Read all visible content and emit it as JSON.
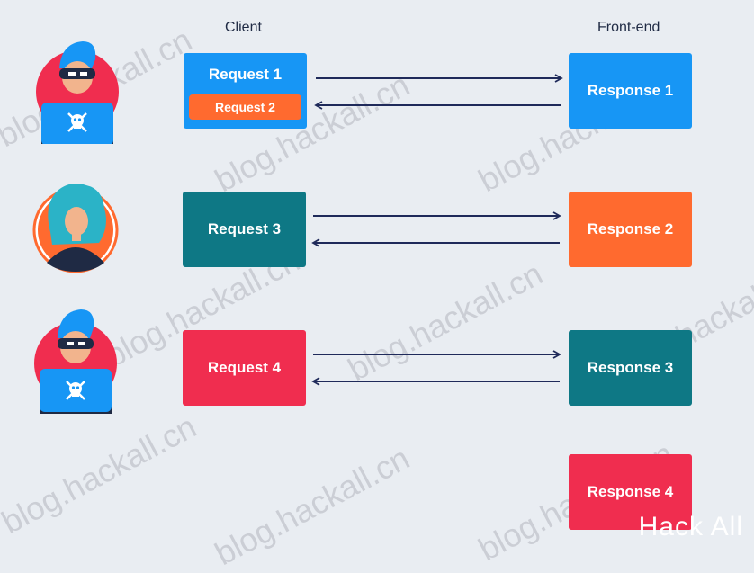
{
  "columns": {
    "client": "Client",
    "frontend": "Front-end"
  },
  "requests": [
    {
      "label": "Request 1",
      "color": "#1796f5"
    },
    {
      "label": "Request 2",
      "color": "#ff6a2f"
    },
    {
      "label": "Request 3",
      "color": "#0e7885"
    },
    {
      "label": "Request 4",
      "color": "#f02d4f"
    }
  ],
  "responses": [
    {
      "label": "Response 1",
      "color": "#1796f5"
    },
    {
      "label": "Response 2",
      "color": "#ff6a2f"
    },
    {
      "label": "Response 3",
      "color": "#0e7885"
    },
    {
      "label": "Response 4",
      "color": "#f02d4f"
    }
  ],
  "avatars": [
    {
      "name": "attacker",
      "bg": "#f02d4f"
    },
    {
      "name": "victim",
      "bg": "#ff6a2f"
    },
    {
      "name": "attacker",
      "bg": "#f02d4f"
    }
  ],
  "watermark": "blog.hackall.cn",
  "brand": "Hack All",
  "arrow_color": "#1f2a5a"
}
